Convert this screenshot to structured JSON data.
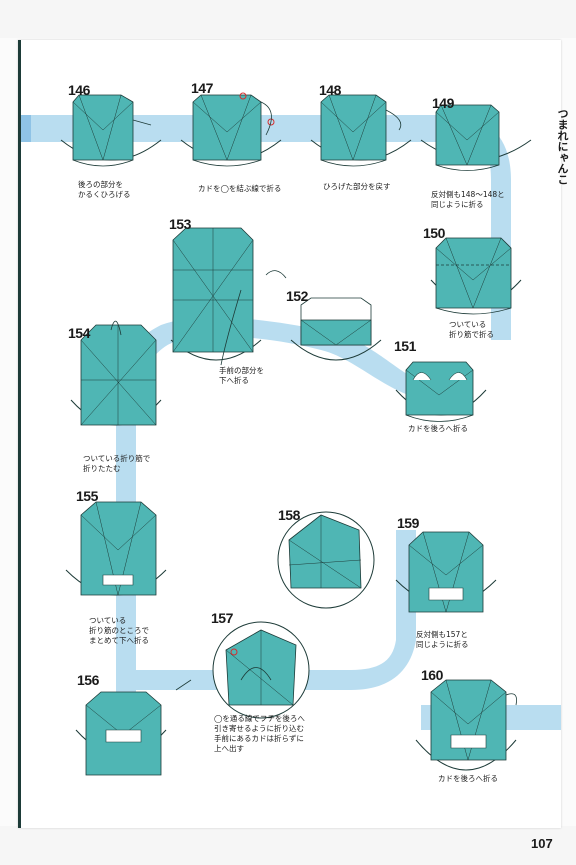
{
  "side_title": "つまれにゃんこ",
  "page_number": "107",
  "colors": {
    "paper": "#4fb6b4",
    "paper_dark": "#3a9998",
    "ribbon": "#b9ddf0",
    "ribbon_edge": "#8fc3e6",
    "line": "#1d3b38"
  },
  "steps": [
    {
      "num": "146",
      "caption": "後ろの部分を\nかるくひろげる"
    },
    {
      "num": "147",
      "caption": "カドを◯を結ぶ線で折る"
    },
    {
      "num": "148",
      "caption": "ひろげた部分を戻す"
    },
    {
      "num": "149",
      "caption": "反対側も148〜148と\n同じように折る"
    },
    {
      "num": "150",
      "caption": "ついている\n折り筋で折る"
    },
    {
      "num": "151",
      "caption": "カドを後ろへ折る"
    },
    {
      "num": "152",
      "caption": ""
    },
    {
      "num": "153",
      "caption": "手前の部分を\n下へ折る"
    },
    {
      "num": "154",
      "caption": "ついている折り筋で\n折りたたむ"
    },
    {
      "num": "155",
      "caption": "ついている\n折り筋のところで\nまとめて下へ折る"
    },
    {
      "num": "156",
      "caption": ""
    },
    {
      "num": "157",
      "caption": "◯を通る線でフチを後ろへ\n引き寄せるように折り込む\n手前にあるカドは折らずに\n上へ出す"
    },
    {
      "num": "158",
      "caption": ""
    },
    {
      "num": "159",
      "caption": "反対側も157と\n同じように折る"
    },
    {
      "num": "160",
      "caption": "カドを後ろへ折る"
    }
  ]
}
